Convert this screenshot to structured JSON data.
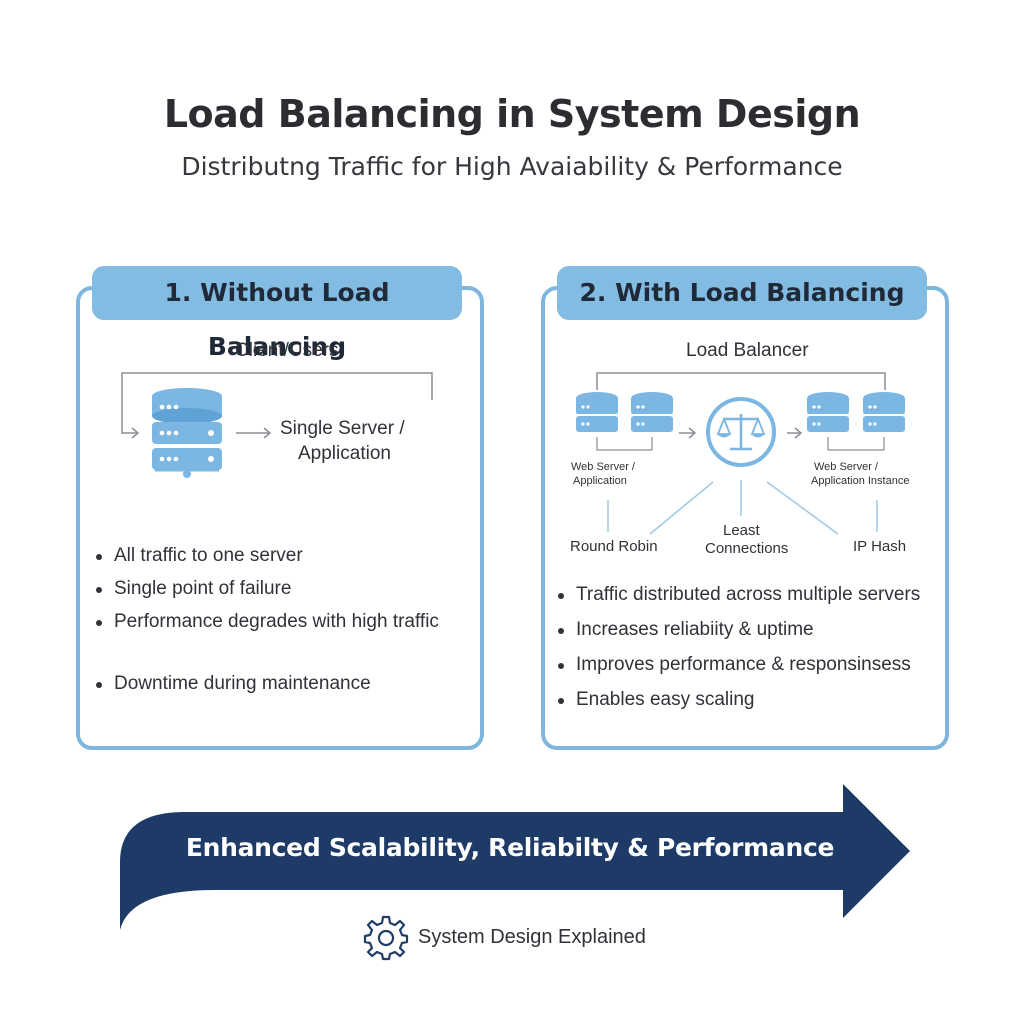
{
  "title": "Load Balancing in System Design",
  "subtitle": "Distributng Traffic for High Avaiability & Performance",
  "colors": {
    "accent_blue": "#82bce3",
    "panel_border": "#7fb6dd",
    "server_blue": "#7cb6e2",
    "banner_navy": "#1e3a66",
    "text_dark": "#2b2d31"
  },
  "left_panel": {
    "header": "1. Without Load Balancing",
    "client_label": "Client/Users",
    "server_label_line1": "Single Server /",
    "server_label_line2": "Application",
    "server_icon": "server-stack-icon",
    "bullets": [
      "All traffic to one server",
      "Single point of failure",
      "Performance degrades with high traffic",
      "Downtime during maintenance"
    ]
  },
  "right_panel": {
    "header": "2. With Load Balancing",
    "lb_label": "Load Balancer",
    "lb_icon": "balance-scale-icon",
    "left_servers_label_line1": "Web Server /",
    "left_servers_label_line2": "Application",
    "right_servers_label_line1": "Web Server /",
    "right_servers_label_line2": "Application Instance",
    "algorithms": {
      "round_robin": "Round Robin",
      "least_line1": "Least",
      "least_line2": "Connections",
      "ip_hash": "IP Hash"
    },
    "bullets": [
      "Traffic distributed across multiple servers",
      "Increases reliabiity & uptime",
      "Improves performance & responsinsess",
      "Enables easy scaling"
    ]
  },
  "banner": {
    "text": "Enhanced Scalability, Reliabilty & Performance"
  },
  "footer": {
    "icon": "gear-icon",
    "text": "System Design Explained"
  }
}
